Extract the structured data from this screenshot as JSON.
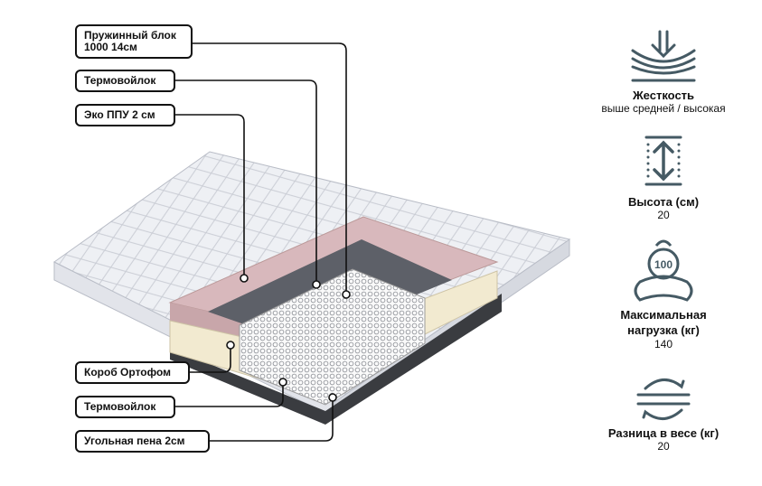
{
  "layers": [
    {
      "label": "Пружинный блок 1000 14см"
    },
    {
      "label": "Термовойлок"
    },
    {
      "label": "Эко ППУ 2 см"
    },
    {
      "label": "Короб Ортофом"
    },
    {
      "label": "Термовойлок"
    },
    {
      "label": "Угольная пена 2см"
    }
  ],
  "features": [
    {
      "icon": "firmness-icon",
      "title": "Жесткость",
      "value": "выше средней / высокая"
    },
    {
      "icon": "height-icon",
      "title": "Высота (см)",
      "value": "20"
    },
    {
      "icon": "weight-icon",
      "title": "Максимальная нагрузка (кг)",
      "value": "140",
      "badge": "100"
    },
    {
      "icon": "weight-difference-icon",
      "title": "Разница в весе (кг)",
      "value": "20"
    }
  ],
  "colors": {
    "icon": "#455a64",
    "felt": "#d8b8bc",
    "foam": "#f2ead0",
    "charcoal": "#3a3c40"
  }
}
